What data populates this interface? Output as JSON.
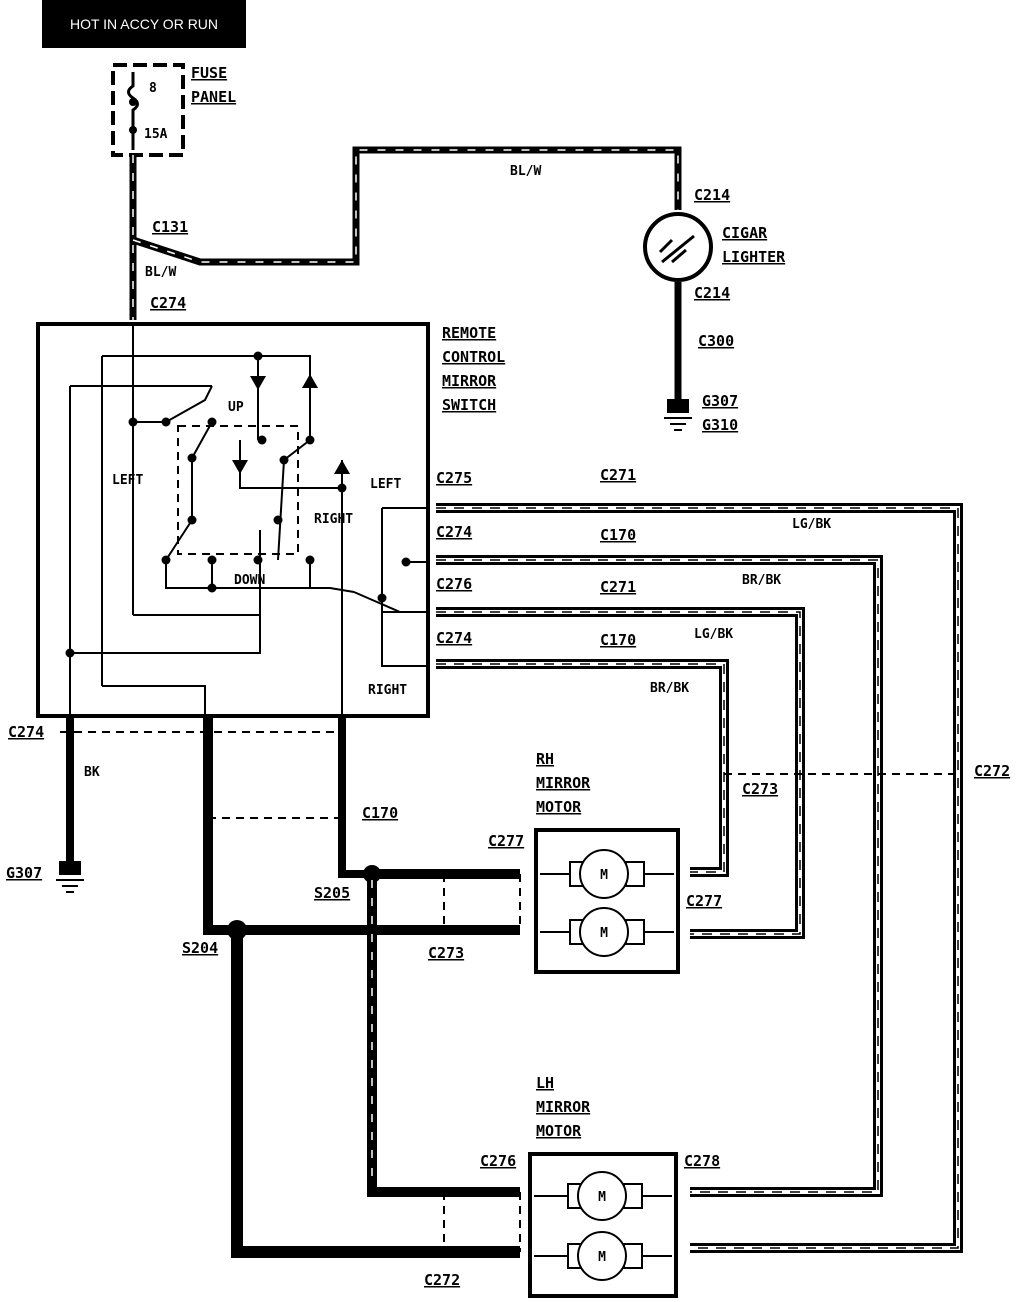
{
  "header": {
    "power_label": "HOT IN ACCY OR RUN"
  },
  "fuse": {
    "number": "8",
    "rating": "15A",
    "label_line1": "FUSE",
    "label_line2": "PANEL"
  },
  "wires": {
    "bl_w_top": "BL/W",
    "bl_w_left": "BL/W",
    "lg_bk_1": "LG/BK",
    "br_bk_1": "BR/BK",
    "lg_bk_2": "LG/BK",
    "br_bk_2": "BR/BK",
    "bk": "BK"
  },
  "connectors": {
    "c131": "C131",
    "c274_top": "C274",
    "c214_top": "C214",
    "c214_bottom": "C214",
    "c300": "C300",
    "c275": "C275",
    "c271_a": "C271",
    "c274_b": "C274",
    "c170_a": "C170",
    "c276_a": "C276",
    "c271_b": "C271",
    "c274_c": "C274",
    "c170_b": "C170",
    "c274_left": "C274",
    "c170_c": "C170",
    "c273_right": "C273",
    "c272_right": "C272",
    "c277_left": "C277",
    "c277_right": "C277",
    "c273_bottom": "C273",
    "c276_bottom": "C276",
    "c278": "C278",
    "c272_bottom": "C272"
  },
  "grounds": {
    "g307_g310_a": "G307",
    "g307_g310_b": "G310",
    "g307_left": "G307"
  },
  "splices": {
    "s205": "S205",
    "s204": "S204"
  },
  "components": {
    "cigar_lighter_1": "CIGAR",
    "cigar_lighter_2": "LIGHTER",
    "switch_1": "REMOTE",
    "switch_2": "CONTROL",
    "switch_3": "MIRROR",
    "switch_4": "SWITCH",
    "rh_1": "RH",
    "rh_2": "MIRROR",
    "rh_3": "MOTOR",
    "lh_1": "LH",
    "lh_2": "MIRROR",
    "lh_3": "MOTOR",
    "motor_symbol": "M"
  },
  "switch_labels": {
    "up": "UP",
    "down": "DOWN",
    "left_inner": "LEFT",
    "right_inner": "RIGHT",
    "left_outer": "LEFT",
    "right_outer": "RIGHT"
  }
}
